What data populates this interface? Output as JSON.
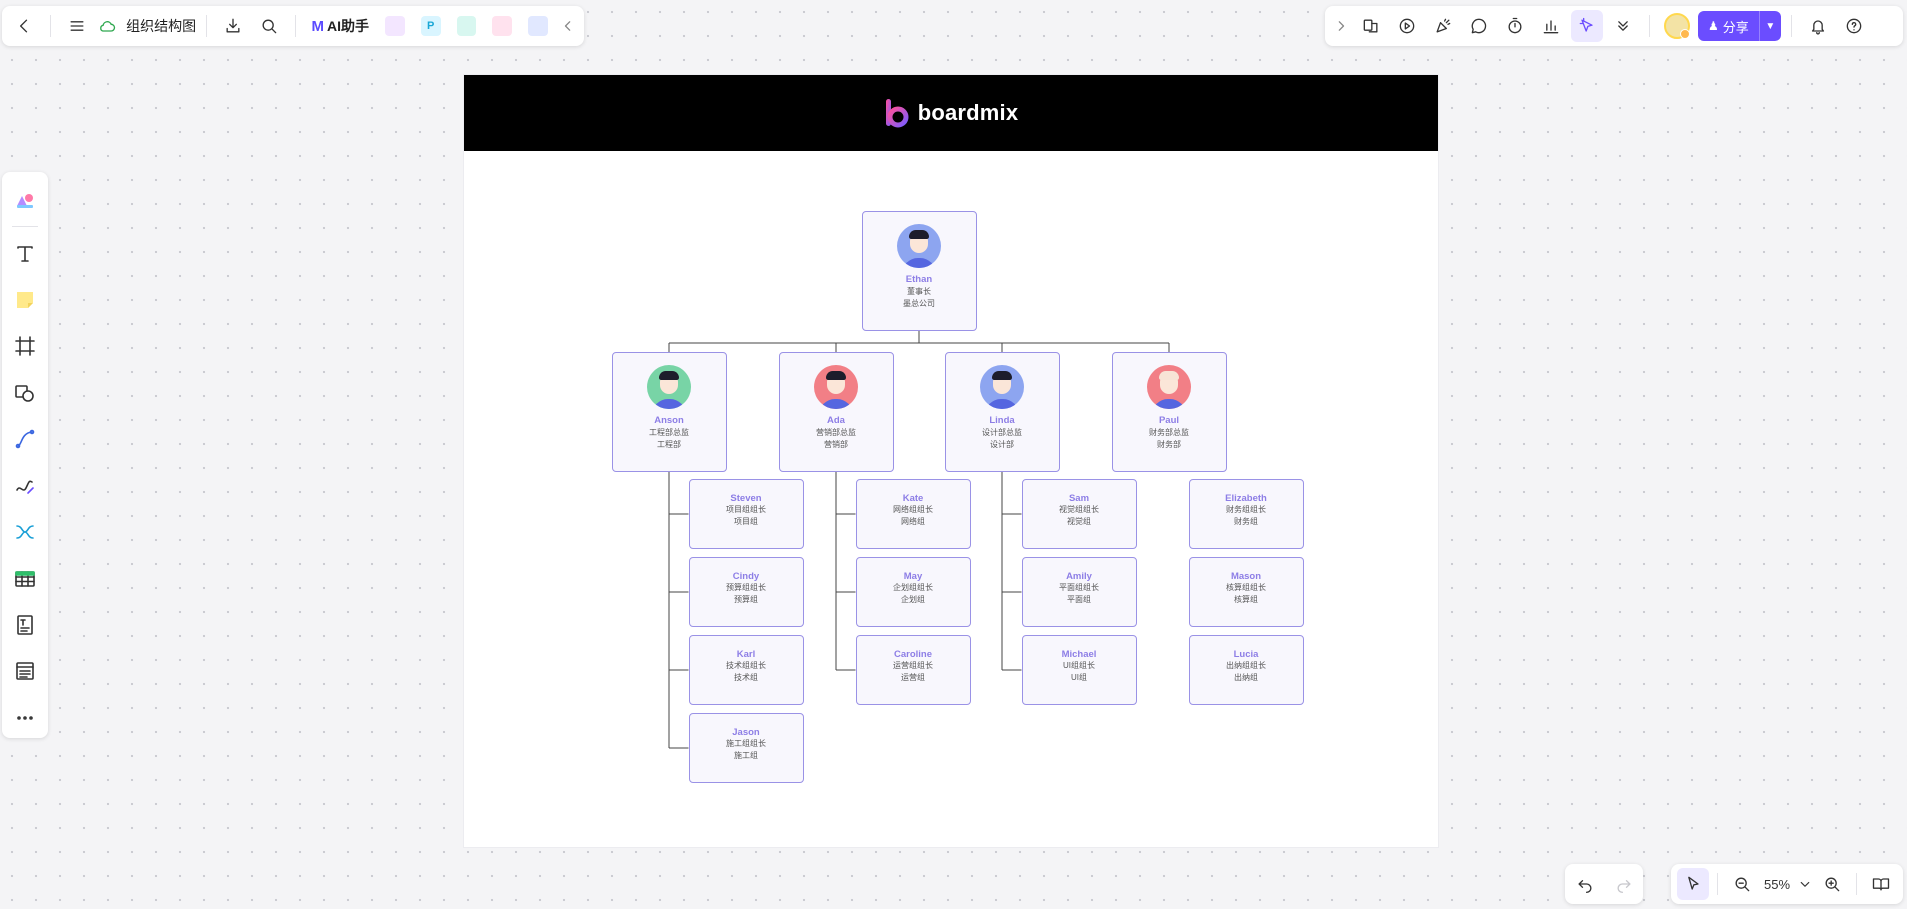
{
  "top_toolbar": {
    "doc_title": "组织结构图",
    "ai_label": "AI助手",
    "ai_logo_text": "M",
    "apps": [
      {
        "letter": "",
        "bg": "#f3e6ff",
        "fg": "#b36cff"
      },
      {
        "letter": "P",
        "bg": "#d9f5ff",
        "fg": "#1aa7d6"
      },
      {
        "letter": "",
        "bg": "#d8f7f0",
        "fg": "#13b38a"
      },
      {
        "letter": "",
        "bg": "#ffe2ee",
        "fg": "#ef4f8b"
      },
      {
        "letter": "",
        "bg": "#e1e8ff",
        "fg": "#4f72f2"
      }
    ]
  },
  "top_right": {
    "share_label": "分享"
  },
  "zoom": {
    "level": "55%"
  },
  "board": {
    "brand": "boardmix",
    "root": {
      "name": "Ethan",
      "role": "董事长",
      "dept": "墨总公司",
      "avatar_bg": "#8da5f0",
      "hair": "#1d1d2b"
    },
    "departments": [
      {
        "name": "Anson",
        "role": "工程部总监",
        "dept": "工程部",
        "avatar_bg": "#78d4a6",
        "hair": "#1d1d2b",
        "members": [
          {
            "name": "Steven",
            "role": "项目组组长",
            "dept": "项目组"
          },
          {
            "name": "Cindy",
            "role": "预算组组长",
            "dept": "预算组"
          },
          {
            "name": "Karl",
            "role": "技术组组长",
            "dept": "技术组"
          },
          {
            "name": "Jason",
            "role": "施工组组长",
            "dept": "施工组"
          }
        ]
      },
      {
        "name": "Ada",
        "role": "营销部总监",
        "dept": "营销部",
        "avatar_bg": "#f27f86",
        "hair": "#1d1d2b",
        "members": [
          {
            "name": "Kate",
            "role": "网络组组长",
            "dept": "网络组"
          },
          {
            "name": "May",
            "role": "企划组组长",
            "dept": "企划组"
          },
          {
            "name": "Caroline",
            "role": "运营组组长",
            "dept": "运营组"
          }
        ]
      },
      {
        "name": "Linda",
        "role": "设计部总监",
        "dept": "设计部",
        "avatar_bg": "#8da5f0",
        "hair": "#1d1d2b",
        "members": [
          {
            "name": "Sam",
            "role": "视觉组组长",
            "dept": "视觉组"
          },
          {
            "name": "Amily",
            "role": "平面组组长",
            "dept": "平面组"
          },
          {
            "name": "Michael",
            "role": "UI组组长",
            "dept": "UI组"
          }
        ]
      },
      {
        "name": "Paul",
        "role": "财务部总监",
        "dept": "财务部",
        "avatar_bg": "#f27f86",
        "hair": "#f7e4d6",
        "members": [
          {
            "name": "Elizabeth",
            "role": "财务组组长",
            "dept": "财务组"
          },
          {
            "name": "Mason",
            "role": "核算组组长",
            "dept": "核算组"
          },
          {
            "name": "Lucia",
            "role": "出纳组组长",
            "dept": "出纳组"
          }
        ]
      }
    ]
  }
}
